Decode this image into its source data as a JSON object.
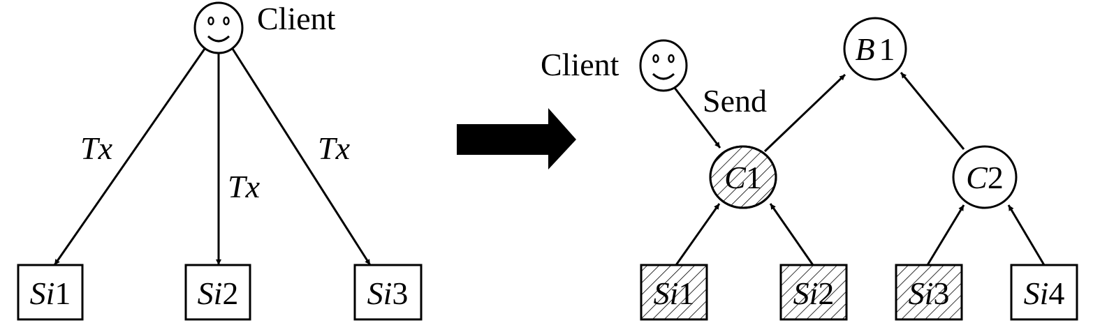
{
  "left": {
    "client_label": "Client",
    "edge_labels": [
      "Tx",
      "Tx",
      "Tx"
    ],
    "nodes": [
      {
        "id": "Si1",
        "prefix": "Si",
        "num": "1"
      },
      {
        "id": "Si2",
        "prefix": "Si",
        "num": "2"
      },
      {
        "id": "Si3",
        "prefix": "Si",
        "num": "3"
      }
    ]
  },
  "right": {
    "client_label": "Client",
    "send_label": "Send",
    "b1": {
      "prefix": "B",
      "num": "1"
    },
    "c1": {
      "prefix": "C",
      "num": "1"
    },
    "c2": {
      "prefix": "C",
      "num": "2"
    },
    "nodes": [
      {
        "id": "Si1",
        "prefix": "Si",
        "num": "1",
        "hatched": true
      },
      {
        "id": "Si2",
        "prefix": "Si",
        "num": "2",
        "hatched": true
      },
      {
        "id": "Si3",
        "prefix": "Si",
        "num": "3",
        "hatched": true
      },
      {
        "id": "Si4",
        "prefix": "Si",
        "num": "4",
        "hatched": false
      }
    ]
  }
}
